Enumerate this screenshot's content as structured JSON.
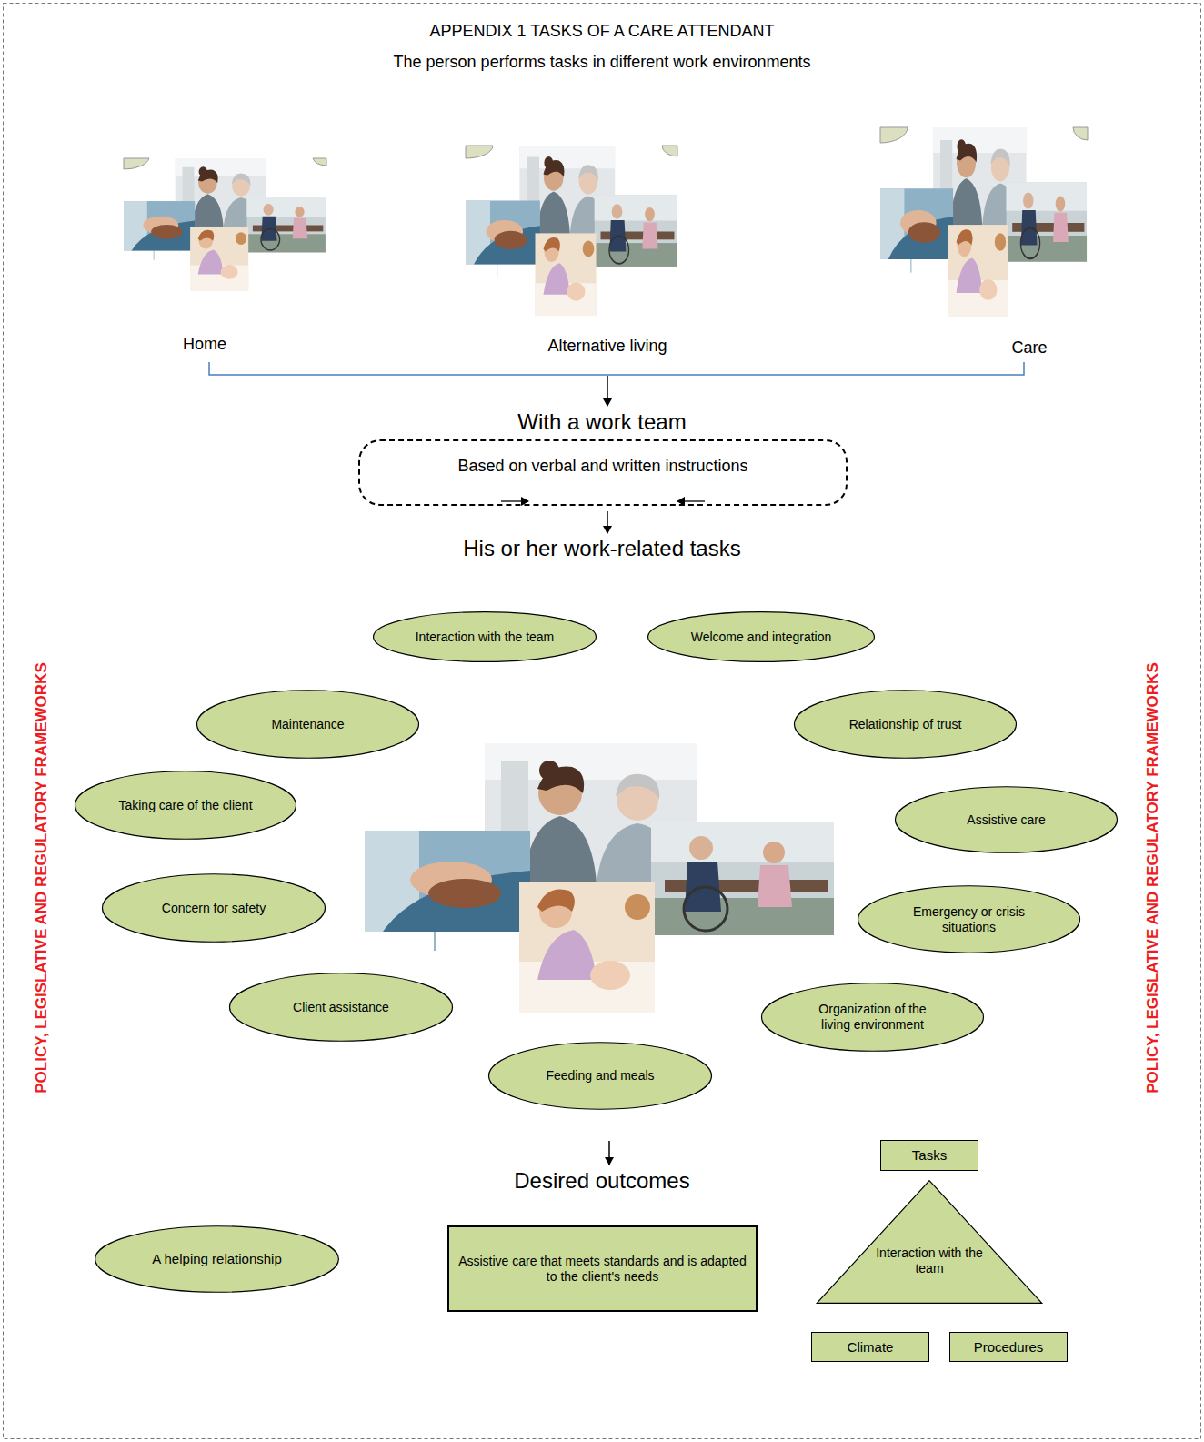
{
  "diagram": {
    "title": "APPENDIX 1 TASKS OF A CARE ATTENDANT",
    "nodes": [
      {
        "text": [
          "Based on verbal and written instructions"
        ]
      },
      {
        "text": [
          "Interaction with the team"
        ]
      },
      {
        "text": [
          "Welcome and integration"
        ]
      },
      {
        "text": [
          "Maintenance"
        ]
      },
      {
        "text": [
          "Relationship of trust"
        ]
      },
      {
        "text": [
          "Taking care of the client"
        ]
      },
      {
        "text": [
          "Assistive care"
        ]
      },
      {
        "text": [
          "Concern for safety"
        ]
      },
      {
        "text": [
          "Emergency or crisis situations"
        ]
      },
      {
        "text": [
          "Client assistance"
        ]
      },
      {
        "text": [
          "Organization of the living environment"
        ]
      },
      {
        "text": [
          "Feeding and meals"
        ]
      },
      {
        "text": [
          "Tasks"
        ]
      },
      {
        "text": [
          "A helping relationship"
        ]
      },
      {
        "text": [
          "Assistive care that meets standards and is adapted to the client's needs"
        ]
      },
      {
        "text": [
          "Interaction with the team"
        ]
      },
      {
        "text": [
          "Climate"
        ]
      },
      {
        "text": [
          "Procedures"
        ]
      }
    ],
    "labels": [
      "The person performs tasks in different work environments",
      "Home",
      "Alternative living",
      "Care",
      "With a work team",
      "His or her work-related tasks",
      "Desired outcomes",
      "POLICY, LEGISLATIVE AND REGULATORY FRAMEWORKS",
      "POLICY, LEGISLATIVE AND REGULATORY FRAMEWORKS"
    ]
  }
}
